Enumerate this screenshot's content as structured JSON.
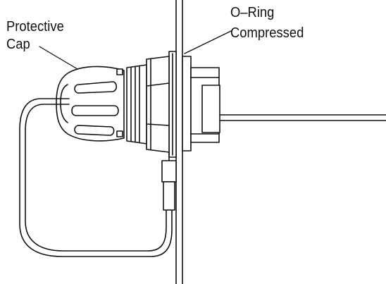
{
  "labels": {
    "protective_cap_line1": "Protective",
    "protective_cap_line2": "Cap",
    "oring_line1": "O–Ring",
    "oring_line2": "Compressed"
  },
  "colors": {
    "ink": "#111111",
    "background": "#ffffff"
  }
}
